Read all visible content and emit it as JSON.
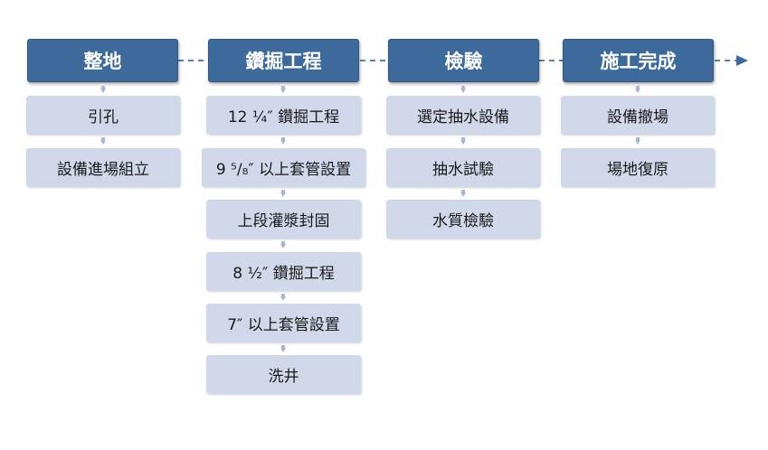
{
  "phases": [
    {
      "title": "整地",
      "steps": [
        "引孔",
        "設備進場組立"
      ]
    },
    {
      "title": "鑽掘工程",
      "steps": [
        "12 ¼″ 鑽掘工程",
        "9 ⁵/₈″ 以上套管設置",
        "上段灌漿封固",
        "8 ½″ 鑽掘工程",
        "7″ 以上套管設置",
        "洗井"
      ]
    },
    {
      "title": "檢驗",
      "steps": [
        "選定抽水設備",
        "抽水試驗",
        "水質檢驗"
      ]
    },
    {
      "title": "施工完成",
      "steps": [
        "設備撤場",
        "場地復原"
      ]
    }
  ],
  "colors": {
    "header_fill": "#3d6a9a",
    "step_fill": "#d0d8ea",
    "connector": "#a9b7cf",
    "dash_line": "#5b7fa6"
  }
}
